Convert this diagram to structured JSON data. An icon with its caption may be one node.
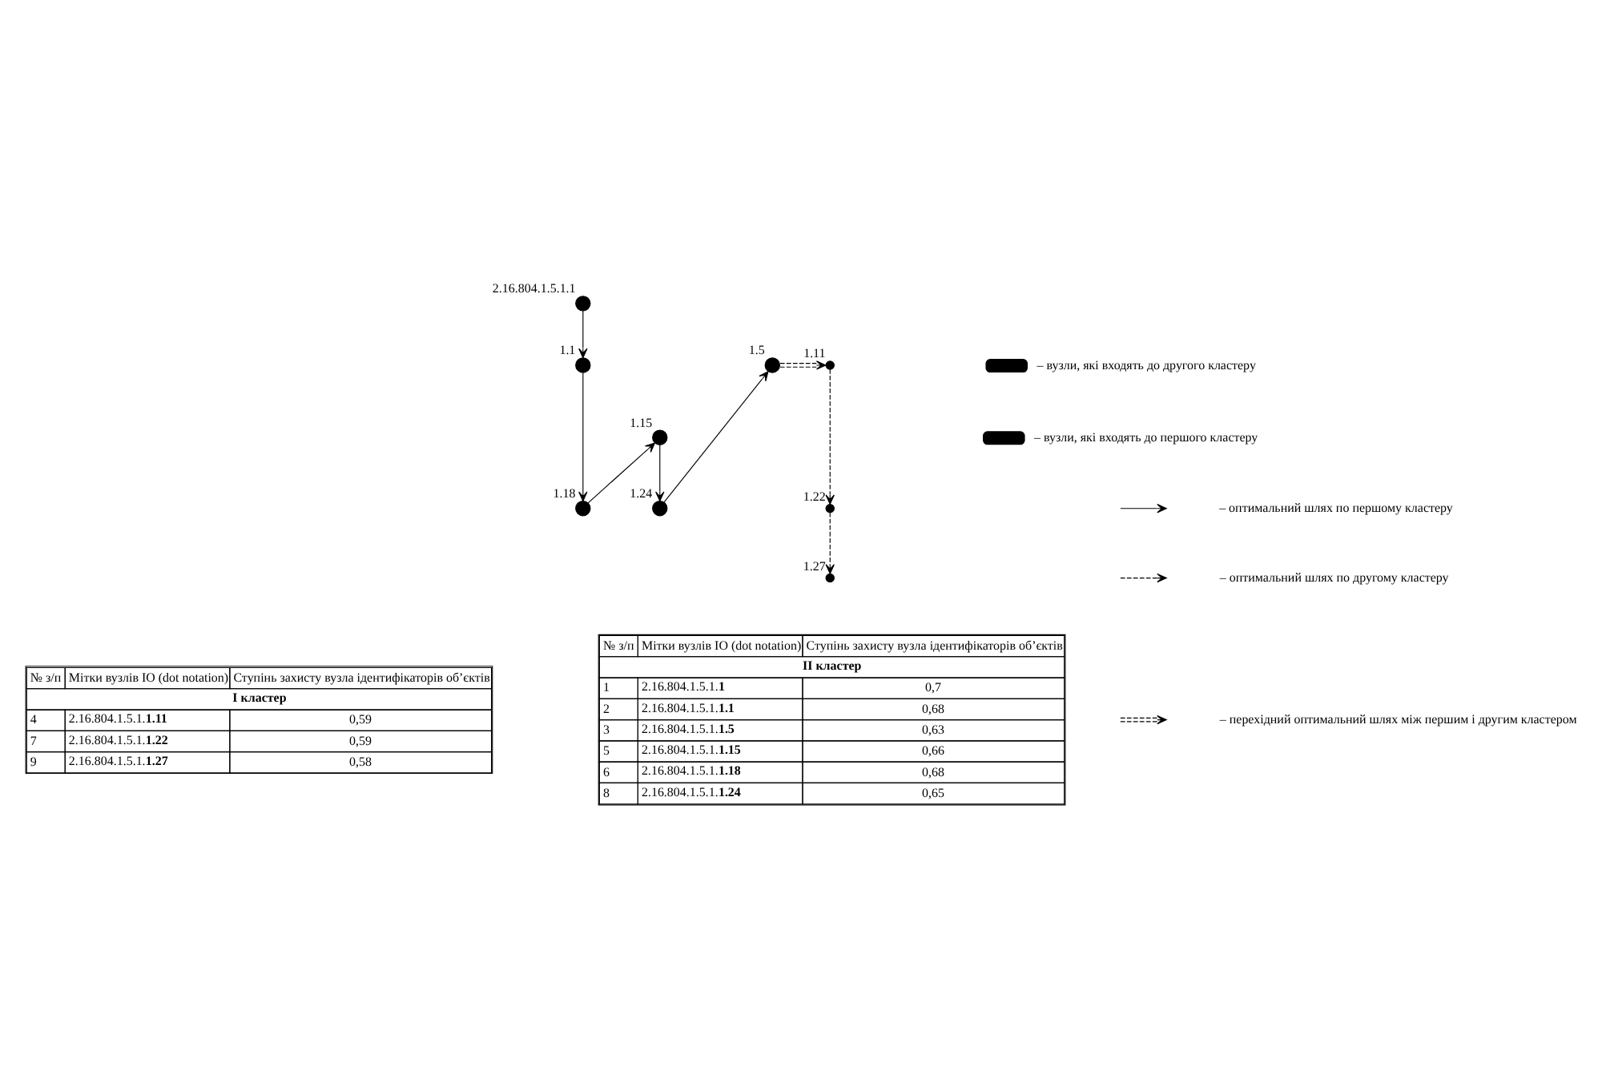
{
  "diagram": {
    "nodes": [
      {
        "text": [],
        "shape": "circle",
        "beside": [
          "2.16.804.1.5.1.1"
        ]
      },
      {
        "text": [],
        "shape": "circle",
        "beside": [
          "1.1"
        ]
      },
      {
        "text": [],
        "shape": "circle",
        "beside": [
          "1.5"
        ]
      },
      {
        "text": [],
        "shape": "circle",
        "beside": [
          "1.11"
        ]
      },
      {
        "text": [],
        "shape": "circle",
        "beside": [
          "1.15"
        ]
      },
      {
        "text": [],
        "shape": "circle",
        "beside": [
          "1.18"
        ]
      },
      {
        "text": [],
        "shape": "circle",
        "beside": [
          "1.22"
        ]
      },
      {
        "text": [],
        "shape": "circle",
        "beside": [
          "1.24"
        ]
      },
      {
        "text": [],
        "shape": "circle",
        "beside": [
          "1.27"
        ]
      }
    ],
    "edges": [
      {
        "from": 0,
        "to": 1,
        "arrow": "to"
      },
      {
        "from": 1,
        "to": 5,
        "arrow": "to"
      },
      {
        "from": 5,
        "to": 4,
        "arrow": "to"
      },
      {
        "from": 4,
        "to": 7,
        "arrow": "to"
      },
      {
        "from": 7,
        "to": 2,
        "arrow": "to"
      },
      {
        "from": 2,
        "to": 3,
        "arrow": "to",
        "style": "dashed"
      },
      {
        "from": 3,
        "to": 6,
        "arrow": "to",
        "style": "dashed"
      },
      {
        "from": 6,
        "to": 8,
        "arrow": "to",
        "style": "dashed"
      }
    ],
    "labels": [
      "№ з/п",
      "Мітки вузлів ІО (dot notation)",
      "Ступінь захисту вузла ідентифікаторів об’єктів",
      "І кластер",
      "4",
      "2.16.804.1.5.1.**1.11**",
      "0,59",
      "7",
      "2.16.804.1.5.1.**1.22**",
      "0,59",
      "9",
      "2.16.804.1.5.1.**1.27**",
      "0,58",
      "№ з/п",
      "Мітки вузлів ІО (dot notation)",
      "Ступінь захисту вузла ідентифікаторів об’єктів",
      "ІІ кластер",
      "1",
      "2.16.804.1.5.1.**1**",
      "0,7",
      "2",
      "2.16.804.1.5.1.**1.1**",
      "0,68",
      "3",
      "2.16.804.1.5.1.**1.5**",
      "0,63",
      "5",
      "2.16.804.1.5.1.**1.15**",
      "0,66",
      "6",
      "2.16.804.1.5.1.**1.18**",
      "0,68",
      "8",
      "2.16.804.1.5.1.**1.24**",
      "0,65"
    ],
    "legend": [
      {
        "text": "– вузли, які входять до другого кластеру"
      },
      {
        "text": "– вузли, які входять до першого кластеру"
      },
      {
        "text": "– оптимальний шлях по першому кластеру"
      },
      {
        "text": "– оптимальний шлях по другому кластеру"
      },
      {
        "text": "– перехідний оптимальний шлях між першим і другим кластером"
      }
    ]
  }
}
